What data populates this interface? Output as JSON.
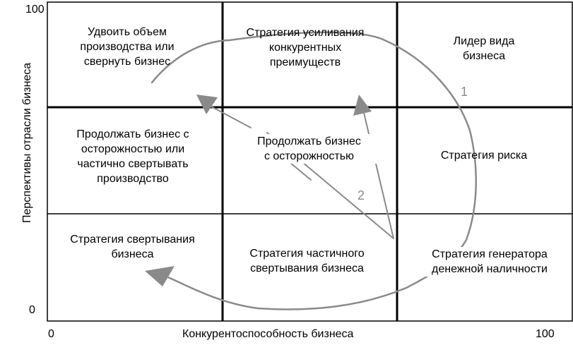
{
  "axes": {
    "y_label": "Перспективы отрасли бизнеса",
    "x_label": "Конкурентоспособность бизнеса",
    "y_max": "100",
    "y_min": "0",
    "x_min": "0",
    "x_max": "100"
  },
  "cells": {
    "top_left": "Удвоить объем\nпроизводства или\nсвернуть бизнес",
    "top_middle": "Стратегия усиливания\nконкурентных\nпреимуществ",
    "top_right": "Лидер вида\nбизнеса",
    "middle_left": "Продолжать бизнес с\nосторожностью или\nчастично свертывать\nпроизводство",
    "middle_center": "Продолжать бизнес\nс осторожностью",
    "middle_right": "Стратегия риска",
    "bottom_left": "Стратегия свертывания\nбизнеса",
    "bottom_middle": "Стратегия частичного\nсвертывания бизнеса",
    "bottom_right": "Стратегия генератора\nденежной наличности"
  },
  "paths": {
    "path_1_label": "1",
    "path_2_label": "2"
  },
  "colors": {
    "grid": "#000000",
    "arrow": "#8a8a8a",
    "text": "#000000"
  }
}
